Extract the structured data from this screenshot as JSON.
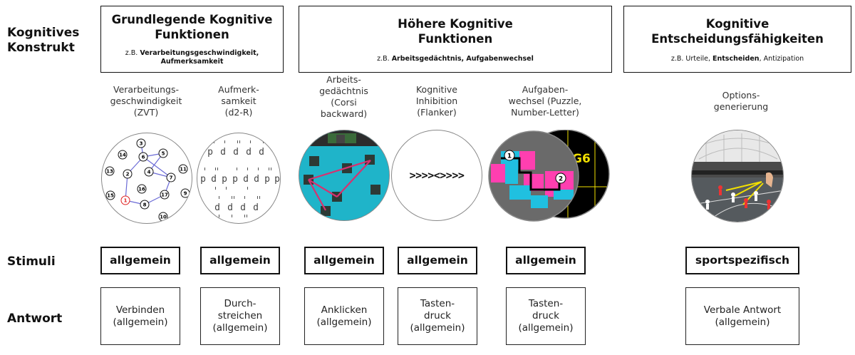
{
  "row_labels": {
    "construct": "Kognitives\nKonstrukt",
    "stimuli": "Stimuli",
    "response": "Antwort"
  },
  "headers": [
    {
      "title": "Grundlegende Kognitive\nFunktionen",
      "example_prefix": "z.B. ",
      "example_parts": [
        {
          "text": "Verarbeitungsgeschwindigkeit,\nAufmerksamkeit",
          "bold": true
        }
      ]
    },
    {
      "title": "Höhere Kognitive\nFunktionen",
      "example_prefix": "z.B. ",
      "example_parts": [
        {
          "text": "Arbeitsgedächtnis, Aufgabenwechsel",
          "bold": true
        }
      ]
    },
    {
      "title": "Kognitive\nEntscheidungsfähigkeiten",
      "example_prefix": "z.B. ",
      "example_parts": [
        {
          "text": "Urteile, ",
          "bold": false
        },
        {
          "text": "Entscheiden",
          "bold": true
        },
        {
          "text": ", Antizipation",
          "bold": false
        }
      ]
    }
  ],
  "subconstructs": [
    "Verarbeitungs-\ngeschwindigkeit\n(ZVT)",
    "Aufmerk-\nsamkeit\n(d2-R)",
    "Arbeits-\ngedächtnis\n(Corsi\nbackward)",
    "Kognitive\nInhibition\n(Flanker)",
    "Aufgaben-\nwechsel (Puzzle,\nNumber-Letter)",
    "Options-\ngenerierung"
  ],
  "stimuli": [
    "allgemein",
    "allgemein",
    "allgemein",
    "allgemein",
    "allgemein",
    "sportspezifisch"
  ],
  "responses": [
    "Verbinden\n(allgemein)",
    "Durch-\nstreichen\n(allgemein)",
    "Anklicken\n(allgemein)",
    "Tasten-\ndruck\n(allgemein)",
    "Tasten-\ndruck\n(allgemein)",
    "Verbale Antwort\n(allgemein)"
  ],
  "images": {
    "zvt_numbers": [
      "3",
      "14",
      "6",
      "5",
      "13",
      "2",
      "4",
      "11",
      "16",
      "7",
      "15",
      "1",
      "17",
      "8",
      "9",
      "10"
    ],
    "d2_letters": [
      "p",
      "d",
      "d",
      "d",
      "d",
      "p",
      "d",
      "p",
      "p",
      "d",
      "d",
      "p",
      "p",
      "d",
      "d",
      "d",
      "d"
    ],
    "flanker_text": ">>>><>>>>",
    "puzzle_start": "1",
    "puzzle_end": "2",
    "puzzle_label": "G6"
  },
  "colors": {
    "zvt_line": "#6b6bd6",
    "zvt_target": "#e02020",
    "corsi_bg": "#1fb4c9",
    "corsi_line": "#d8316f",
    "puzzle_bg": "#6a6a6a",
    "puzzle_black": "#000000",
    "puzzle_pink": "#ff3fb0",
    "puzzle_cyan": "#20c0e0",
    "puzzle_yellow": "#f2e000"
  }
}
